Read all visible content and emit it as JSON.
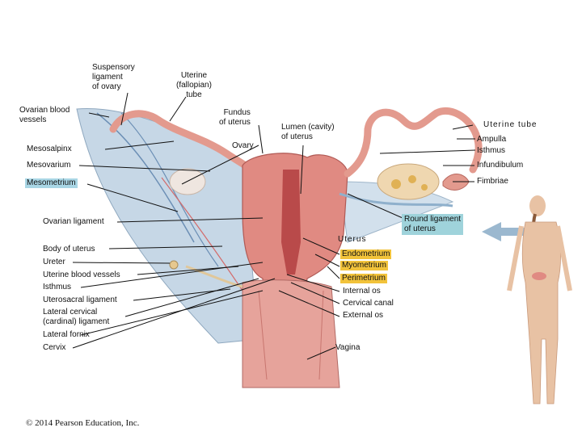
{
  "labels": {
    "suspensory_ligament": "Suspensory\nligament\nof ovary",
    "uterine_tube_top": "Uterine\n(fallopian)\ntube",
    "ovarian_blood_vessels": "Ovarian blood\nvessels",
    "fundus": "Fundus\nof uterus",
    "lumen": "Lumen (cavity)\nof uterus",
    "uterine_tube_right": "Uterine tube",
    "mesosalpinx": "Mesosalpinx",
    "ovary": "Ovary",
    "ampulla": "Ampulla",
    "isthmus_tube": "Isthmus",
    "mesovarium": "Mesovarium",
    "infundibulum": "Infundibulum",
    "mesometrium": "Mesometrium",
    "fimbriae": "Fimbriae",
    "ovarian_ligament": "Ovarian ligament",
    "round_ligament": "Round ligament\nof uterus",
    "uterus": "Uterus",
    "body_of_uterus": "Body of uterus",
    "endometrium": "Endometrium",
    "ureter": "Ureter",
    "myometrium": "Myometrium",
    "uterine_blood_vessels": "Uterine blood vessels",
    "perimetrium": "Perimetrium",
    "isthmus_uterus": "Isthmus",
    "internal_os": "Internal os",
    "uterosacral": "Uterosacral ligament",
    "cervical_canal": "Cervical canal",
    "lateral_cervical": "Lateral cervical\n(cardinal) ligament",
    "external_os": "External os",
    "lateral_fornix": "Lateral fornix",
    "cervix": "Cervix",
    "vagina": "Vagina"
  },
  "footer": {
    "copyright": "© 2014 Pearson Education, Inc."
  },
  "colors": {
    "highlight_blue": "#a9d6e5",
    "highlight_yellow": "#f2c33b",
    "highlight_teal": "#9fd3db",
    "tissue_pink": "#e08a82",
    "tissue_dark": "#b94a4a",
    "ligament_blue": "#b9cfe0"
  }
}
